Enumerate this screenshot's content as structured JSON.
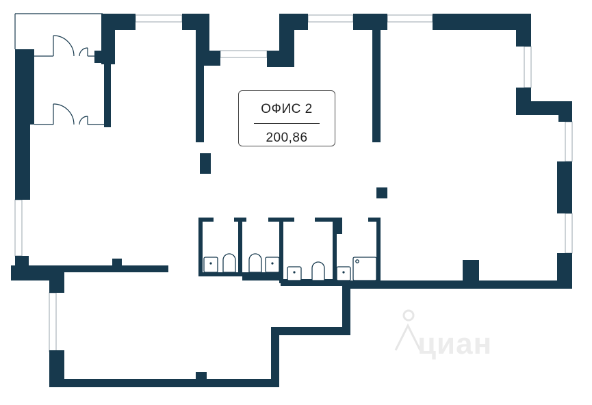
{
  "office": {
    "name": "ОФИС 2",
    "area": "200,86"
  },
  "watermark": {
    "text": "циан",
    "icon": "cian-logo-icon"
  },
  "colors": {
    "wall": "#17394d",
    "window_frame": "#9aa5ad",
    "background": "#ffffff",
    "label_border": "#4a4a4a"
  }
}
